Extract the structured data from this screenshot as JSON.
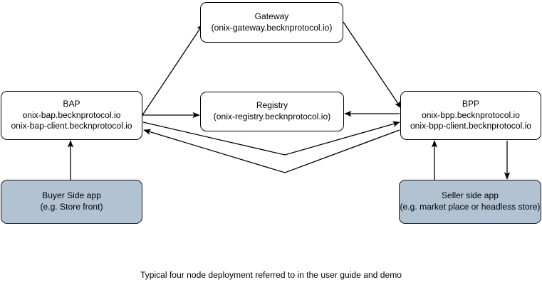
{
  "diagram": {
    "caption": "Typical four node deployment referred to in the user guide and demo",
    "colors": {
      "shaded_fill": "#b1c2d3",
      "plain_fill": "#ffffff",
      "stroke": "#000000"
    },
    "nodes": {
      "gateway": {
        "title": "Gateway",
        "subtitle": "(onix-gateway.becknprotocol.io)"
      },
      "bap": {
        "title": "BAP",
        "line2": "onix-bap.becknprotocol.io",
        "line3": "onix-bap-client.becknprotocol.io"
      },
      "registry": {
        "title": "Registry",
        "subtitle": "(onix-registry.becknprotocol.io)"
      },
      "bpp": {
        "title": "BPP",
        "line2": "onix-bpp.becknprotocol.io",
        "line3": "onix-bpp-client.becknprotocol.io"
      },
      "buyer_app": {
        "title": "Buyer Side app",
        "subtitle": "(e.g. Store front)"
      },
      "seller_app": {
        "title": "Seller side app",
        "subtitle": "(e.g. market place or headless store)"
      }
    },
    "edges": [
      {
        "name": "bap-to-gateway",
        "from": "bap",
        "to": "gateway",
        "direction": "one-way"
      },
      {
        "name": "gateway-to-bpp",
        "from": "gateway",
        "to": "bpp",
        "direction": "one-way"
      },
      {
        "name": "bap-to-registry",
        "from": "bap",
        "to": "registry",
        "direction": "one-way"
      },
      {
        "name": "bpp-to-registry",
        "from": "bpp",
        "to": "registry",
        "direction": "one-way"
      },
      {
        "name": "bap-to-bpp",
        "from": "bap",
        "to": "bpp",
        "direction": "one-way"
      },
      {
        "name": "bpp-to-bap",
        "from": "bpp",
        "to": "bap",
        "direction": "one-way"
      },
      {
        "name": "buyer-to-bap",
        "from": "buyer_app",
        "to": "bap",
        "direction": "one-way"
      },
      {
        "name": "seller-to-bpp",
        "from": "seller_app",
        "to": "bpp",
        "direction": "one-way"
      },
      {
        "name": "bpp-to-seller",
        "from": "bpp",
        "to": "seller_app",
        "direction": "one-way"
      }
    ]
  }
}
